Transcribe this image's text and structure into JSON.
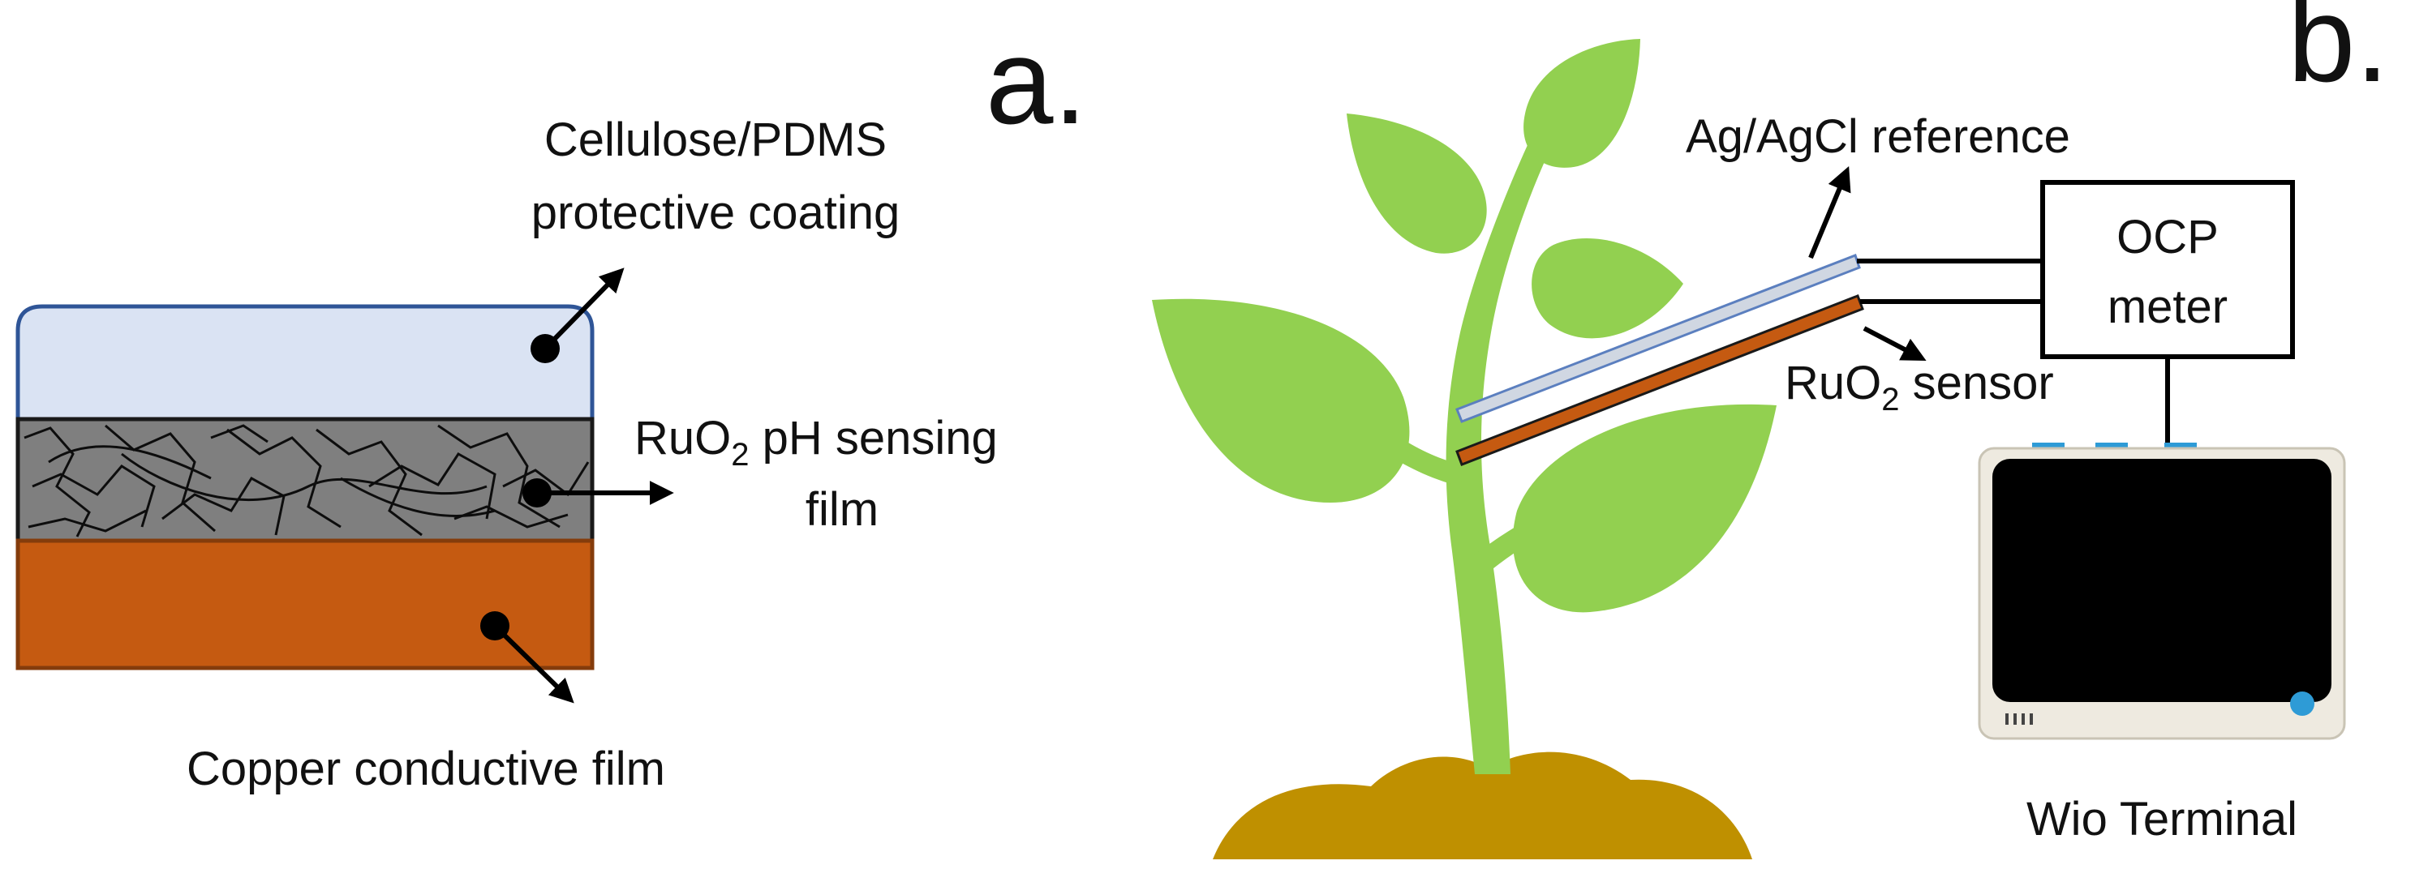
{
  "figure": {
    "panel_a": {
      "letter": "a.",
      "labels": {
        "coating_line1": "Cellulose/PDMS",
        "coating_line2": "protective coating",
        "ruo2_prefix": "RuO",
        "ruo2_subscript": "2",
        "ruo2_suffix": " pH sensing",
        "ruo2_line2": "film",
        "copper": "Copper conductive film"
      }
    },
    "panel_b": {
      "letter": "b.",
      "labels": {
        "reference": "Ag/AgCl reference",
        "sensor_prefix": "RuO",
        "sensor_subscript": "2",
        "sensor_suffix": " sensor",
        "meter_line1": "OCP",
        "meter_line2": "meter",
        "terminal": "Wio Terminal"
      }
    }
  },
  "colors": {
    "coating_fill": "#dae3f3",
    "coating_border": "#2f5597",
    "film_fill": "#7f7f7f",
    "copper_fill": "#c55a11",
    "copper_border": "#843c0c",
    "plant_green": "#92d050",
    "soil": "#bf9000",
    "reference_rod": "#d0d7e2",
    "reference_border": "#5b7fbf",
    "terminal_body": "#eeeae0",
    "terminal_screen": "#000000",
    "terminal_button": "#2e9bd6",
    "ink": "#000000"
  }
}
